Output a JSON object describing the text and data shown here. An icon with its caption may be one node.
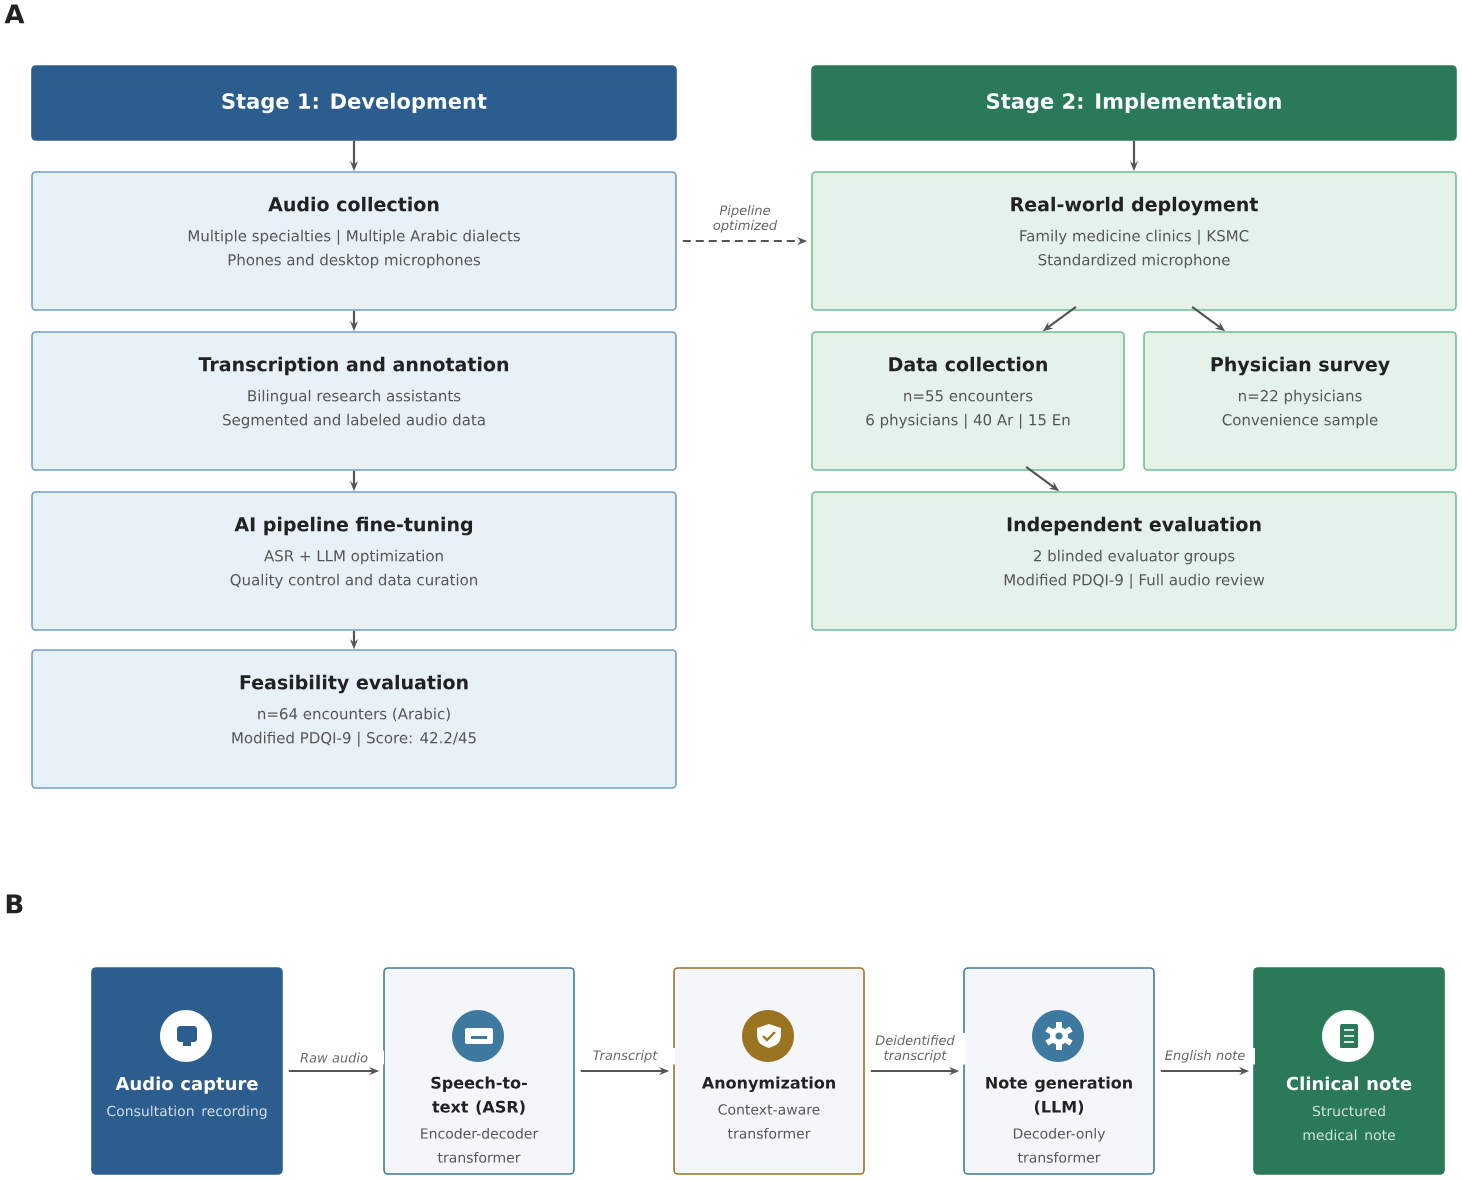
{
  "diagram": {
    "nodes": [
      {
        "text": [
          "Stage 1: Development"
        ]
      },
      {
        "text": [
          "Audio collection",
          "Multiple specialties  |  Multiple Arabic dialects",
          "Phones and desktop microphones"
        ]
      },
      {
        "text": [
          "Transcription and annotation",
          "Bilingual research assistants",
          "Segmented and labeled audio data"
        ]
      },
      {
        "text": [
          "AI pipeline fine-tuning",
          "ASR + LLM optimization",
          "Quality control and data curation"
        ]
      },
      {
        "text": [
          "Feasibility evaluation",
          "n=64 encounters (Arabic)",
          "Modified PDQI-9  |  Score: 42.2/45"
        ]
      },
      {
        "text": [
          "Stage 2: Implementation"
        ]
      },
      {
        "text": [
          "Real-world deployment",
          "Family medicine clinics  |  KSMC",
          "Standardized microphone"
        ]
      },
      {
        "text": [
          "Data collection",
          "n=55 encounters",
          "6 physicians  |  40 Ar  |  15 En"
        ]
      },
      {
        "text": [
          "Physician survey",
          "n=22 physicians",
          "Convenience sample"
        ]
      },
      {
        "text": [
          "Independent evaluation",
          "2 blinded evaluator groups",
          "Modified PDQI-9  |  Full audio review"
        ]
      },
      {
        "text": [
          "Audio capture",
          "Consultation recording"
        ]
      },
      {
        "text": [
          "Speech-to-text (ASR)",
          "Encoder-decoder transformer"
        ]
      },
      {
        "text": [
          "Anonymization",
          "Context-aware transformer"
        ]
      },
      {
        "text": [
          "Note generation (LLM)",
          "Decoder-only transformer"
        ]
      },
      {
        "text": [
          "Clinical note",
          "Structured medical note"
        ]
      }
    ],
    "edges": [
      {
        "from": 0,
        "to": 1,
        "arrow": "to"
      },
      {
        "from": 1,
        "to": 2,
        "arrow": "to"
      },
      {
        "from": 2,
        "to": 3,
        "arrow": "to"
      },
      {
        "from": 3,
        "to": 4,
        "arrow": "to"
      },
      {
        "from": 5,
        "to": 6,
        "arrow": "to"
      },
      {
        "from": 1,
        "to": 6,
        "arrow": "to",
        "label": "Pipeline optimized",
        "style": "dashed"
      },
      {
        "from": 6,
        "to": 7,
        "arrow": "to"
      },
      {
        "from": 6,
        "to": 8,
        "arrow": "to"
      },
      {
        "from": 7,
        "to": 9,
        "arrow": "to"
      },
      {
        "from": 10,
        "to": 11,
        "arrow": "to",
        "label": "Raw audio"
      },
      {
        "from": 11,
        "to": 12,
        "arrow": "to",
        "label": "Transcript"
      },
      {
        "from": 12,
        "to": 13,
        "arrow": "to",
        "label": "Deidentified transcript"
      },
      {
        "from": 13,
        "to": 14,
        "arrow": "to",
        "label": "English note"
      }
    ],
    "labels": [
      "A",
      "B"
    ]
  }
}
